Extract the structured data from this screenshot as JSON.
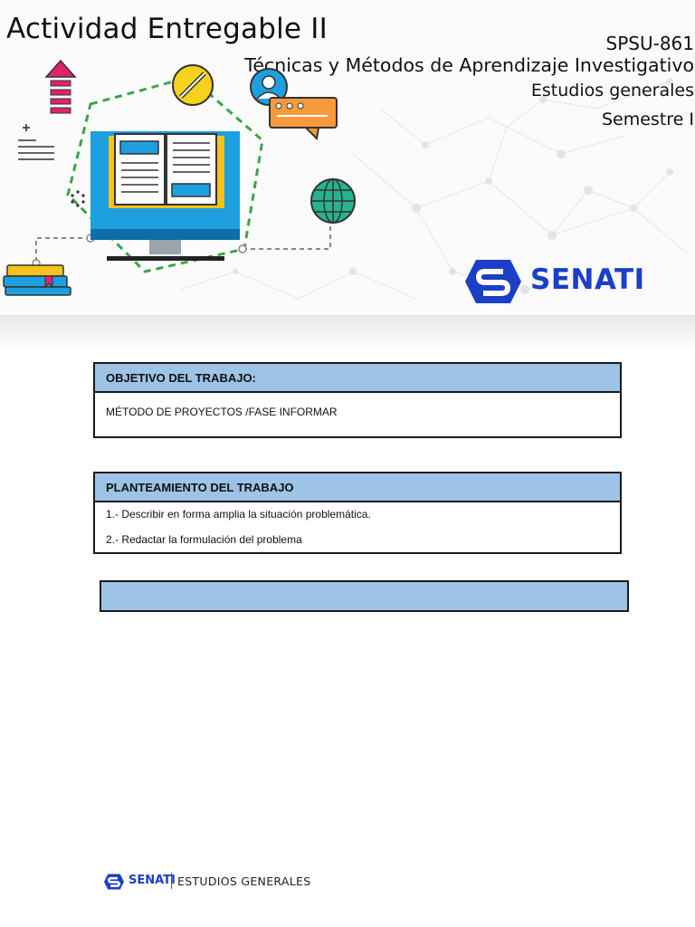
{
  "header": {
    "title": "Actividad Entregable II",
    "course_code": "SPSU-861",
    "course_name": "Técnicas y Métodos de Aprendizaje Investigativo",
    "area": "Estudios generales",
    "semester": "Semestre I",
    "brand": "SENATI"
  },
  "colors": {
    "brand_blue": "#1b3fc6",
    "box_header_blue": "#9dc3e6",
    "dashed_green": "#3aa64a"
  },
  "objective": {
    "heading": "OBJETIVO DEL TRABAJO:",
    "text": "MÉTODO DE PROYECTOS /FASE INFORMAR"
  },
  "statement": {
    "heading": "PLANTEAMIENTO DEL TRABAJO",
    "items": [
      "1.- Describir en forma amplia la situación problemática.",
      "2.- Redactar la formulación del problema"
    ]
  },
  "empty_box": {
    "text": ""
  },
  "footer": {
    "brand": "SENATI",
    "department": "ESTUDIOS GENERALES"
  },
  "icons": [
    "senati-logo-icon",
    "book-icon",
    "monitor-icon",
    "pencil-icon",
    "user-icon",
    "chat-bubble-icon",
    "globe-icon",
    "stacked-books-icon",
    "upload-arrow-icon",
    "text-lines-icon"
  ]
}
